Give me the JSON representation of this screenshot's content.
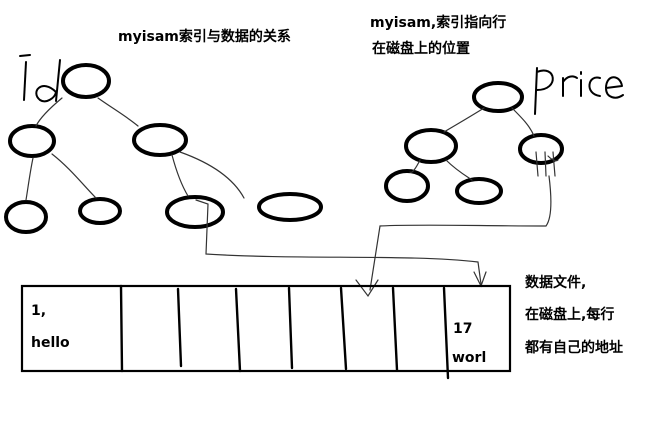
{
  "title_left": "myisam索引与数据的关系",
  "title_right_line1": "myisam,索引指向行",
  "title_right_line2": "在磁盘上的位置",
  "handwritten_id": "id",
  "handwritten_price": "price",
  "cell_first_line1": "1,",
  "cell_first_line2": "hello",
  "cell_last_line1": "17",
  "cell_last_line2": "worl",
  "note_line1": "数据文件,",
  "note_line2": "在磁盘上,每行",
  "note_line3": "都有自己的地址"
}
